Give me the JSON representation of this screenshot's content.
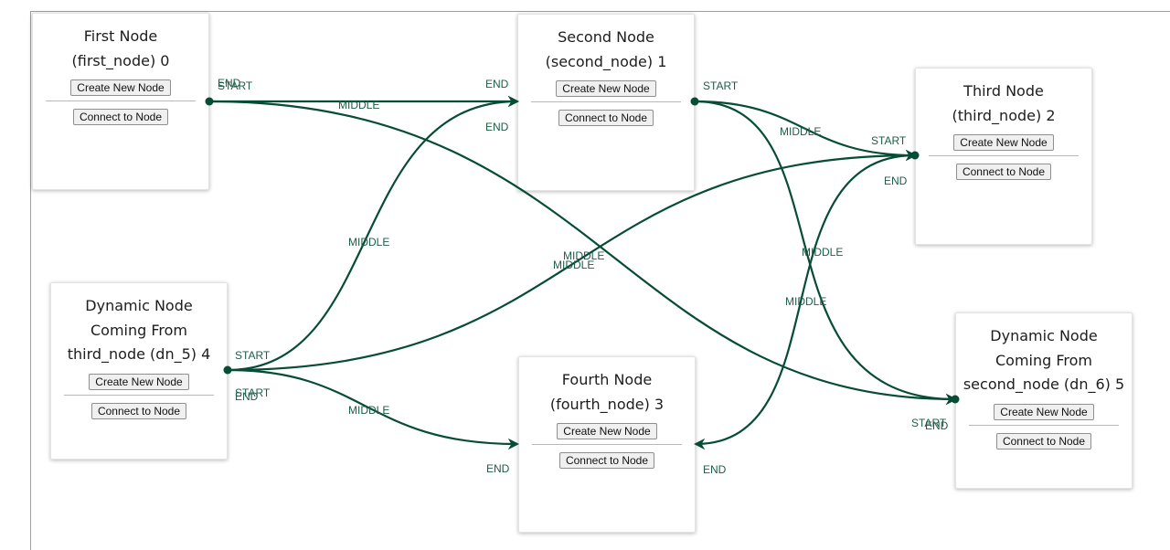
{
  "buttons": {
    "create": "Create New Node",
    "connect": "Connect to Node"
  },
  "nodes": [
    {
      "id": "first_node",
      "index": 0,
      "lines": [
        "First Node",
        "(first_node) 0"
      ]
    },
    {
      "id": "second_node",
      "index": 1,
      "lines": [
        "Second Node",
        "(second_node) 1"
      ]
    },
    {
      "id": "third_node",
      "index": 2,
      "lines": [
        "Third Node",
        "(third_node) 2"
      ]
    },
    {
      "id": "fourth_node",
      "index": 3,
      "lines": [
        "Fourth Node",
        "(fourth_node) 3"
      ]
    },
    {
      "id": "dn_5",
      "index": 4,
      "lines": [
        "Dynamic Node",
        "Coming From",
        "third_node (dn_5) 4"
      ]
    },
    {
      "id": "dn_6",
      "index": 5,
      "lines": [
        "Dynamic Node",
        "Coming From",
        "second_node (dn_6) 5"
      ]
    }
  ],
  "edge_labels": {
    "start": "START",
    "middle": "MIDDLE",
    "end": "END"
  },
  "edges": [
    {
      "from": "first_node",
      "to": "second_node"
    },
    {
      "from": "first_node",
      "to": "dn_6"
    },
    {
      "from": "second_node",
      "to": "third_node"
    },
    {
      "from": "second_node",
      "to": "dn_6"
    },
    {
      "from": "dn_5",
      "to": "second_node"
    },
    {
      "from": "dn_5",
      "to": "third_node"
    },
    {
      "from": "dn_5",
      "to": "fourth_node"
    },
    {
      "from": "third_node",
      "to": "fourth_node"
    }
  ],
  "colors": {
    "edge": "#064c36",
    "edge_label": "#1e5e46",
    "node_border": "#e3e3e3"
  }
}
